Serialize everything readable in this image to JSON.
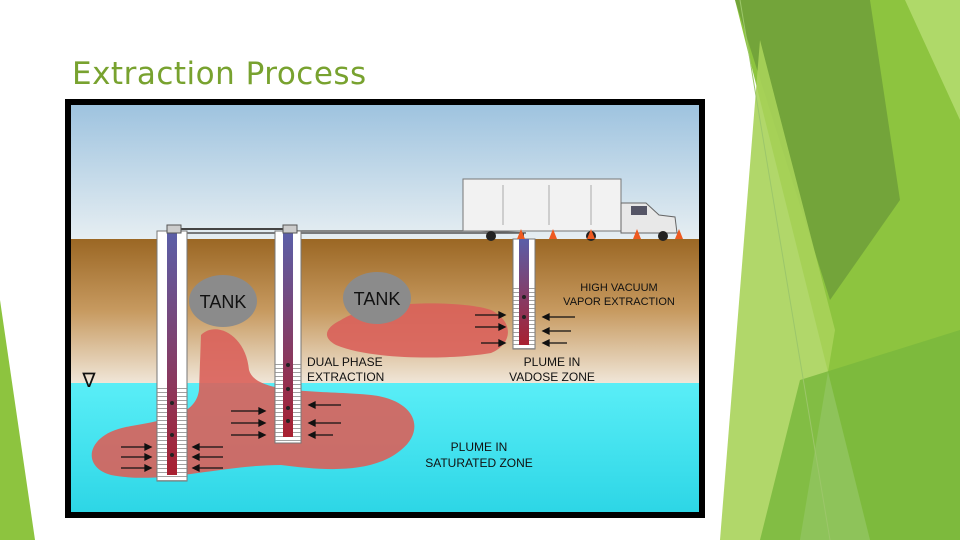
{
  "slide": {
    "title": "Extraction Process"
  },
  "colors": {
    "accent_green": "#8dc43f",
    "title_green": "#78a22f",
    "soil_brown": "#a5712b",
    "water_cyan": "#3fe0ec",
    "plume_red": "#d9605a"
  },
  "diagram": {
    "tank_left": "TANK",
    "tank_right": "TANK",
    "high_vacuum_line1": "HIGH VACUUM",
    "high_vacuum_line2": "VAPOR EXTRACTION",
    "dual_phase_line1": "DUAL PHASE",
    "dual_phase_line2": "EXTRACTION",
    "plume_vadose_line1": "PLUME IN",
    "plume_vadose_line2": "VADOSE ZONE",
    "plume_saturated_line1": "PLUME IN",
    "plume_saturated_line2": "SATURATED ZONE",
    "water_table_symbol": "∇"
  }
}
